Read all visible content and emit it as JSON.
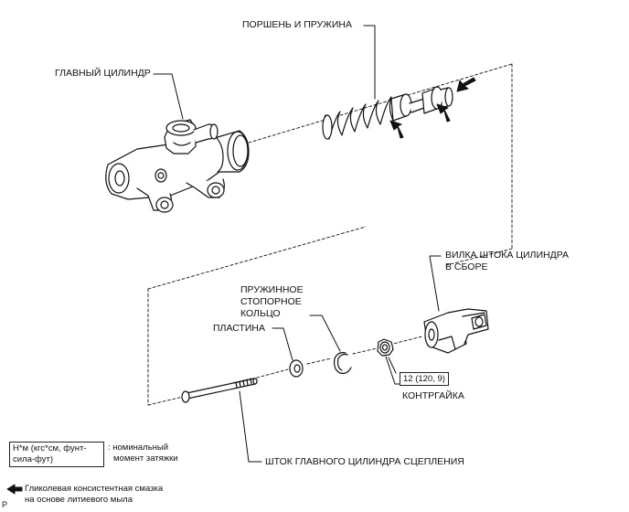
{
  "labels": {
    "master_cylinder": "ГЛАВНЫЙ ЦИЛИНДР",
    "piston_spring": "ПОРШЕНЬ И ПРУЖИНА",
    "clevis_line1": "ВИЛКА ШТОКА ЦИЛИНДРА",
    "clevis_line2": "В СБОРЕ",
    "snap_ring_line1": "ПРУЖИННОЕ",
    "snap_ring_line2": "СТОПОРНОЕ",
    "snap_ring_line3": "КОЛЬЦО",
    "plate": "ПЛАСТИНА",
    "lock_nut": "КОНТРГАЙКА",
    "push_rod": "ШТОК ГЛАВНОГО ЦИЛИНДРА СЦЕПЛЕНИЯ"
  },
  "torque_value": "12 (120, 9)",
  "legend": {
    "unit_box": "Н*м (кгс*см, фунт-сила-фут)",
    "unit_desc_line1": ": номинальный",
    "unit_desc_line2": "момент затяжки",
    "grease_line1": "Гликолевая консистентная смазка",
    "grease_line2": "на основе литиевого мыла"
  },
  "figure_code": "P"
}
